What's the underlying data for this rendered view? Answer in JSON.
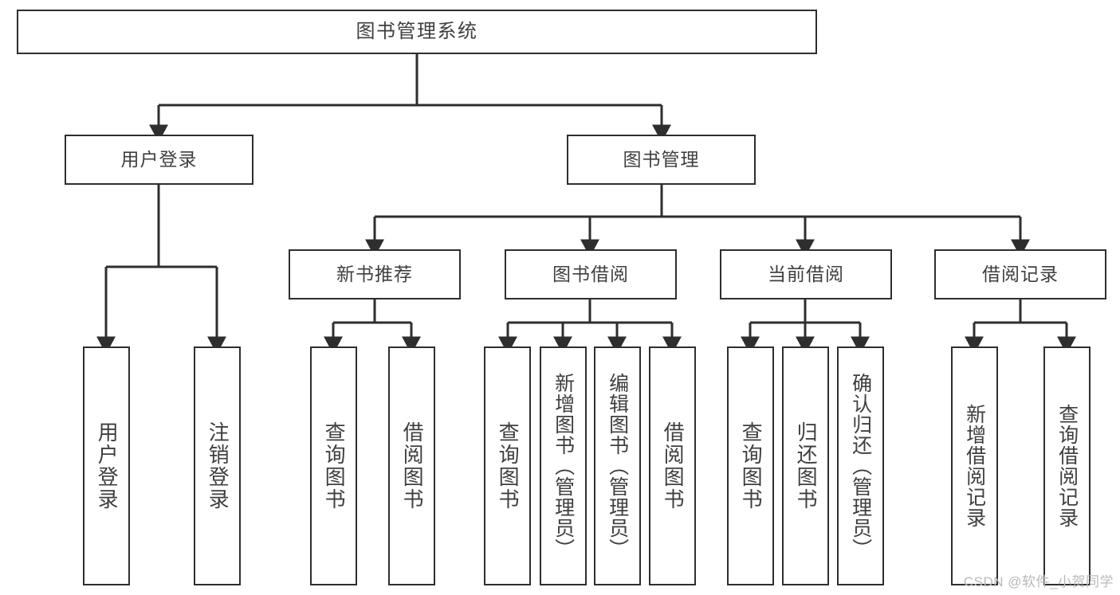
{
  "diagram": {
    "type": "tree-hierarchy",
    "title": "图书管理系统",
    "root": {
      "id": "root",
      "label": "图书管理系统"
    },
    "level1": [
      {
        "id": "user-login",
        "label": "用户登录"
      },
      {
        "id": "book-manage",
        "label": "图书管理"
      }
    ],
    "level2": [
      {
        "id": "new-book-rec",
        "label": "新书推荐",
        "parent": "book-manage"
      },
      {
        "id": "book-borrow",
        "label": "图书借阅",
        "parent": "book-manage"
      },
      {
        "id": "current-borrow",
        "label": "当前借阅",
        "parent": "book-manage"
      },
      {
        "id": "borrow-record",
        "label": "借阅记录",
        "parent": "book-manage"
      }
    ],
    "leaves": [
      {
        "id": "leaf-user-login",
        "label": "用户登录",
        "parent": "user-login"
      },
      {
        "id": "leaf-logout",
        "label": "注销登录",
        "parent": "user-login"
      },
      {
        "id": "leaf-query-book-1",
        "label": "查询图书",
        "parent": "new-book-rec"
      },
      {
        "id": "leaf-borrow-book-1",
        "label": "借阅图书",
        "parent": "new-book-rec"
      },
      {
        "id": "leaf-query-book-2",
        "label": "查询图书",
        "parent": "book-borrow"
      },
      {
        "id": "leaf-add-book",
        "label": "新增图书（管理员）",
        "parent": "book-borrow"
      },
      {
        "id": "leaf-edit-book",
        "label": "编辑图书（管理员）",
        "parent": "book-borrow"
      },
      {
        "id": "leaf-borrow-book-2",
        "label": "借阅图书",
        "parent": "book-borrow"
      },
      {
        "id": "leaf-query-book-3",
        "label": "查询图书",
        "parent": "current-borrow"
      },
      {
        "id": "leaf-return-book",
        "label": "归还图书",
        "parent": "current-borrow"
      },
      {
        "id": "leaf-confirm-return",
        "label": "确认归还（管理员）",
        "parent": "current-borrow"
      },
      {
        "id": "leaf-add-record",
        "label": "新增借阅记录",
        "parent": "borrow-record"
      },
      {
        "id": "leaf-query-record",
        "label": "查询借阅记录",
        "parent": "borrow-record"
      }
    ],
    "colors": {
      "border": "#2e2e2e",
      "text": "#3f3f3f",
      "background": "#ffffff",
      "watermark": "#b9b9b9"
    }
  },
  "watermark": {
    "text": "CSDN @软件_小贺同学"
  }
}
